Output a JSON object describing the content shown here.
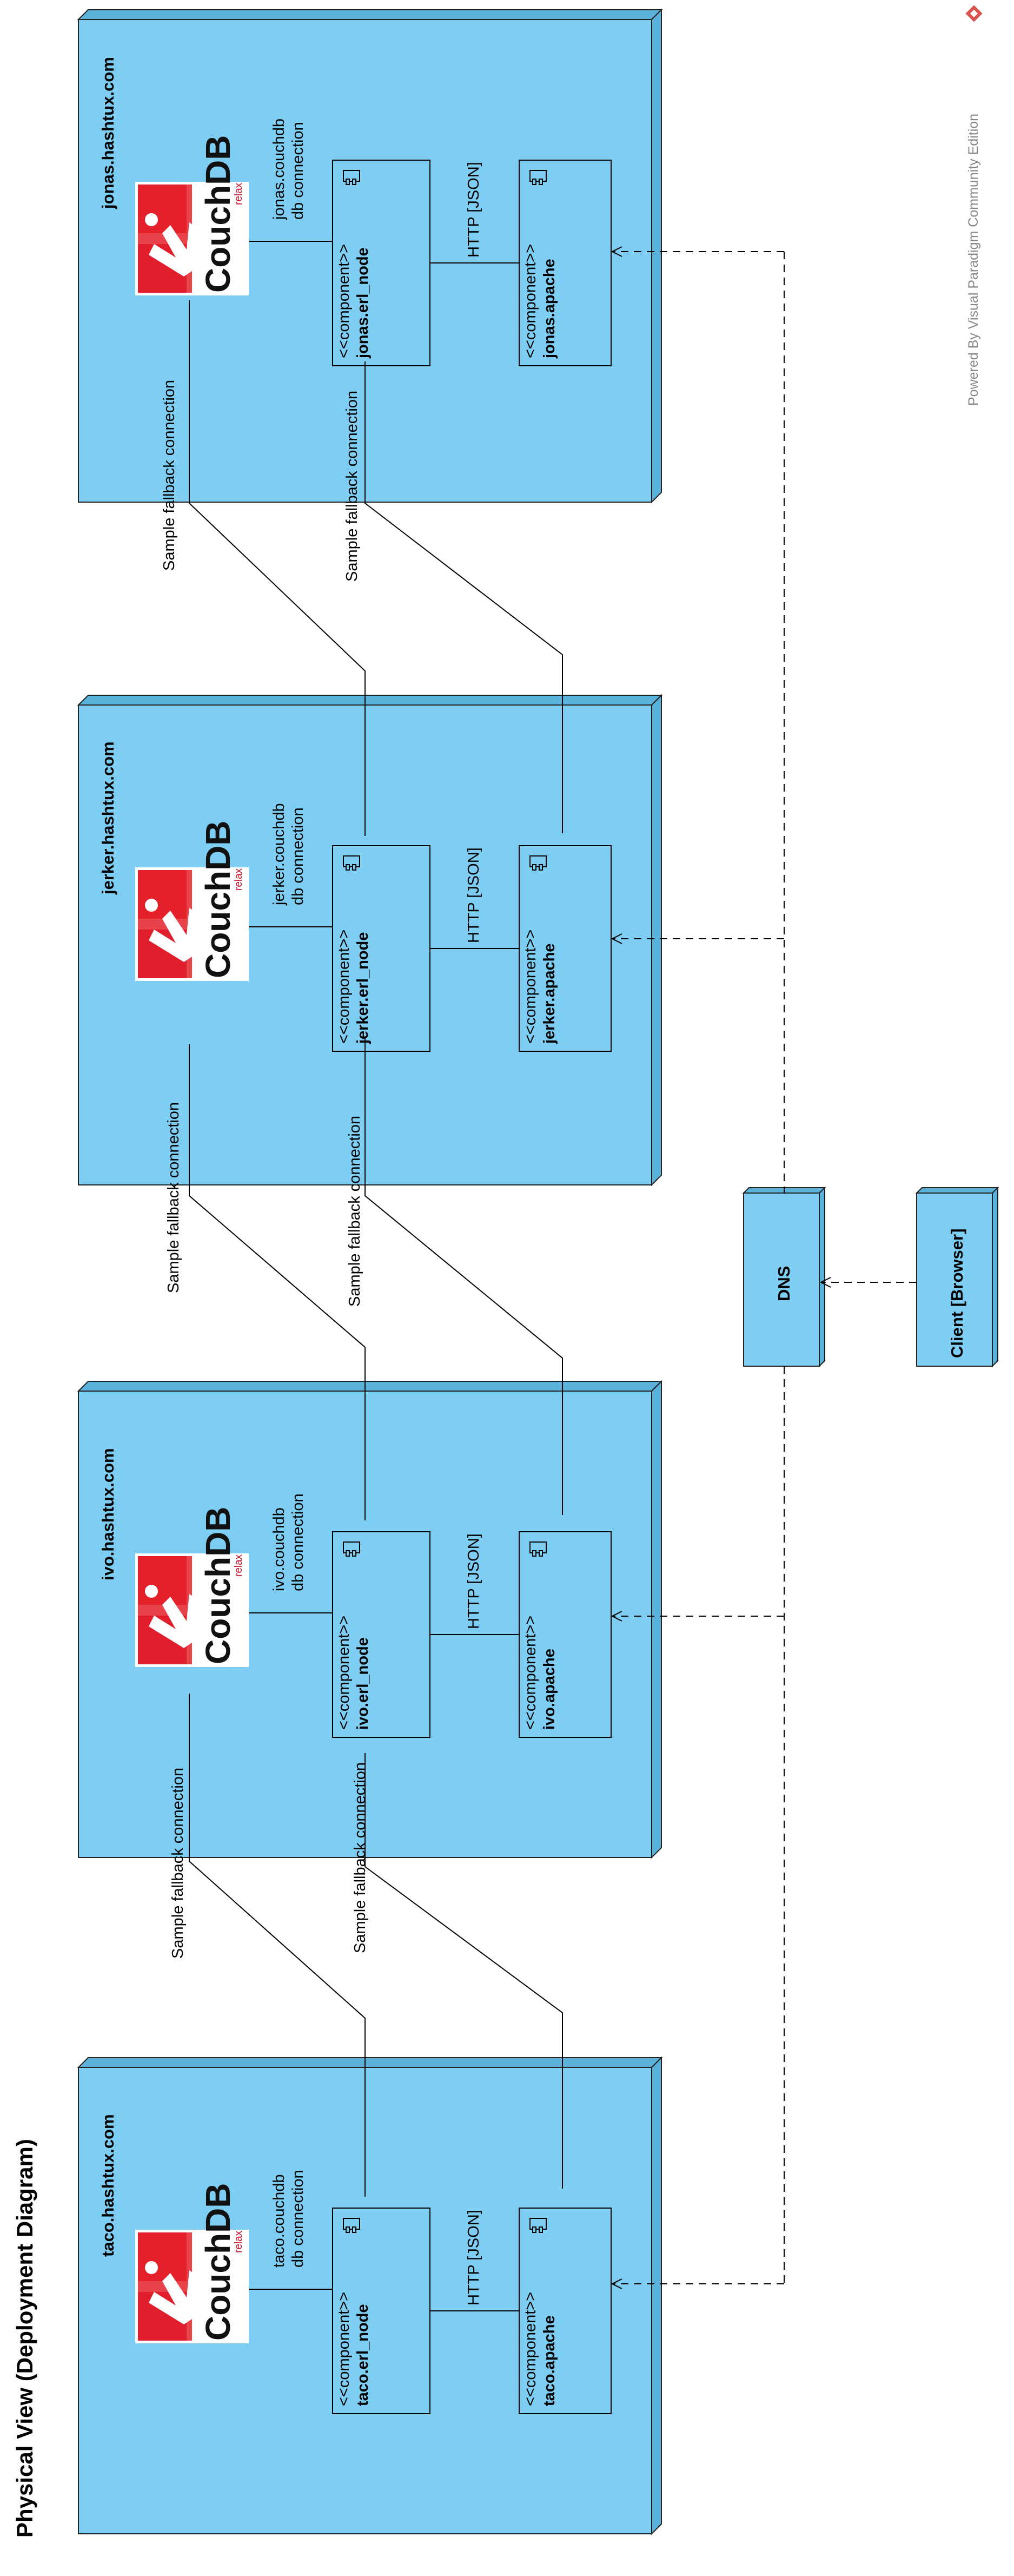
{
  "title": "Physical View (Deployment Diagram)",
  "powered_by": "Powered By Visual Paradigm Community Edition",
  "colors": {
    "node_fill": "#7ecef4",
    "node_dark": "#5ab2db",
    "node_stroke": "#222222",
    "component_fill": "#7ecef4",
    "couch_red": "#c8102e"
  },
  "couchdb_logo": {
    "text": "CouchDB",
    "tagline": "relax"
  },
  "nodes": [
    {
      "name": "jonas.hashtux.com",
      "db_connection": [
        "jonas.couchdb",
        "db connection"
      ],
      "erl_stereotype": "<<component>>",
      "erl_name": "jonas.erl_node",
      "http_label": "HTTP [JSON]",
      "apache_stereotype": "<<component>>",
      "apache_name": "jonas.apache",
      "fallback_label_1": "Sample fallback connection",
      "fallback_label_2": "Sample fallback connection"
    },
    {
      "name": "jerker.hashtux.com",
      "db_connection": [
        "jerker.couchdb",
        "db connection"
      ],
      "erl_stereotype": "<<component>>",
      "erl_name": "jerker.erl_node",
      "http_label": "HTTP [JSON]",
      "apache_stereotype": "<<component>>",
      "apache_name": "jerker.apache",
      "fallback_label_1": "Sample fallback connection",
      "fallback_label_2": "Sample fallback connection"
    },
    {
      "name": "ivo.hashtux.com",
      "db_connection": [
        "ivo.couchdb",
        "db connection"
      ],
      "erl_stereotype": "<<component>>",
      "erl_name": "ivo.erl_node",
      "http_label": "HTTP [JSON]",
      "apache_stereotype": "<<component>>",
      "apache_name": "ivo.apache",
      "fallback_label_1": "Sample fallback connection",
      "fallback_label_2": "Sample fallback connection"
    },
    {
      "name": "taco.hashtux.com",
      "db_connection": [
        "taco.couchdb",
        "db connection"
      ],
      "erl_stereotype": "<<component>>",
      "erl_name": "taco.erl_node",
      "http_label": "HTTP [JSON]",
      "apache_stereotype": "<<component>>",
      "apache_name": "taco.apache"
    }
  ],
  "dns": {
    "name": "DNS"
  },
  "client": {
    "name": "Client [Browser]"
  }
}
